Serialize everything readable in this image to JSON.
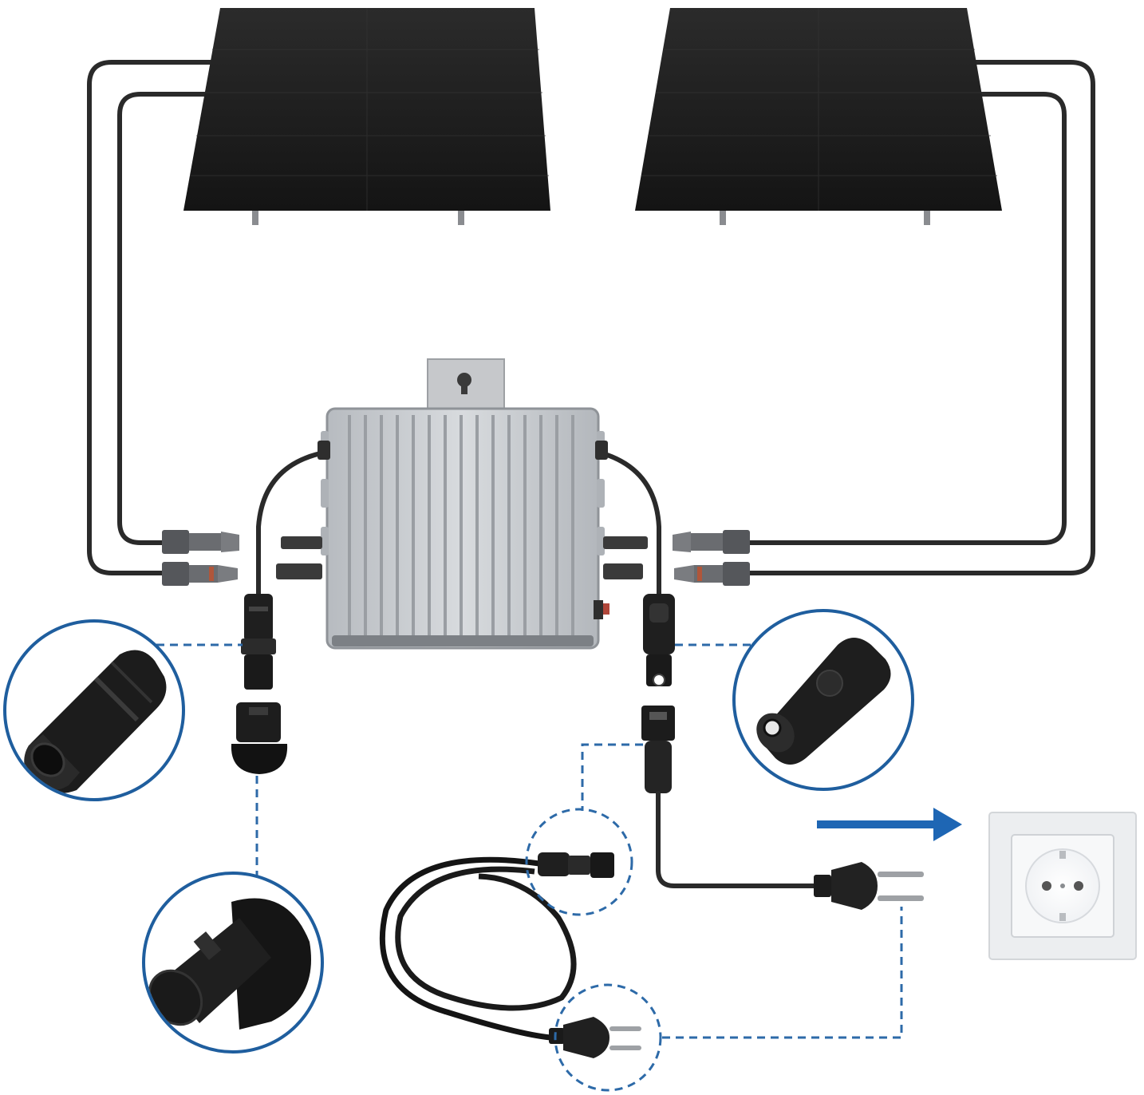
{
  "colors": {
    "background": "#ffffff",
    "panel": "#1e1e1e",
    "cable": "#2a2a2a",
    "inverter": "#c9ccd0",
    "inverter_shadow": "#8f9398",
    "accent_blue": "#1e66b4",
    "dash_blue": "#2d6aa8",
    "socket_frame": "#e9eaec",
    "connector_gray": "#6a6c70"
  },
  "components": [
    {
      "id": "solar-panel-left",
      "icon": "solar-panel-icon"
    },
    {
      "id": "solar-panel-right",
      "icon": "solar-panel-icon"
    },
    {
      "id": "micro-inverter",
      "icon": "inverter-icon"
    },
    {
      "id": "mc4-connectors-left",
      "icon": "mc4-connector-icon"
    },
    {
      "id": "mc4-connectors-right",
      "icon": "mc4-connector-icon"
    },
    {
      "id": "ac-connector-male",
      "icon": "ac-connector-icon"
    },
    {
      "id": "ac-end-cap",
      "icon": "end-cap-icon"
    },
    {
      "id": "ac-connector-female",
      "icon": "ac-connector-icon"
    },
    {
      "id": "schuko-cable",
      "icon": "schuko-cable-icon"
    },
    {
      "id": "wall-socket",
      "icon": "wall-socket-icon"
    }
  ],
  "arrow": {
    "direction": "right",
    "icon": "arrow-right-icon"
  }
}
